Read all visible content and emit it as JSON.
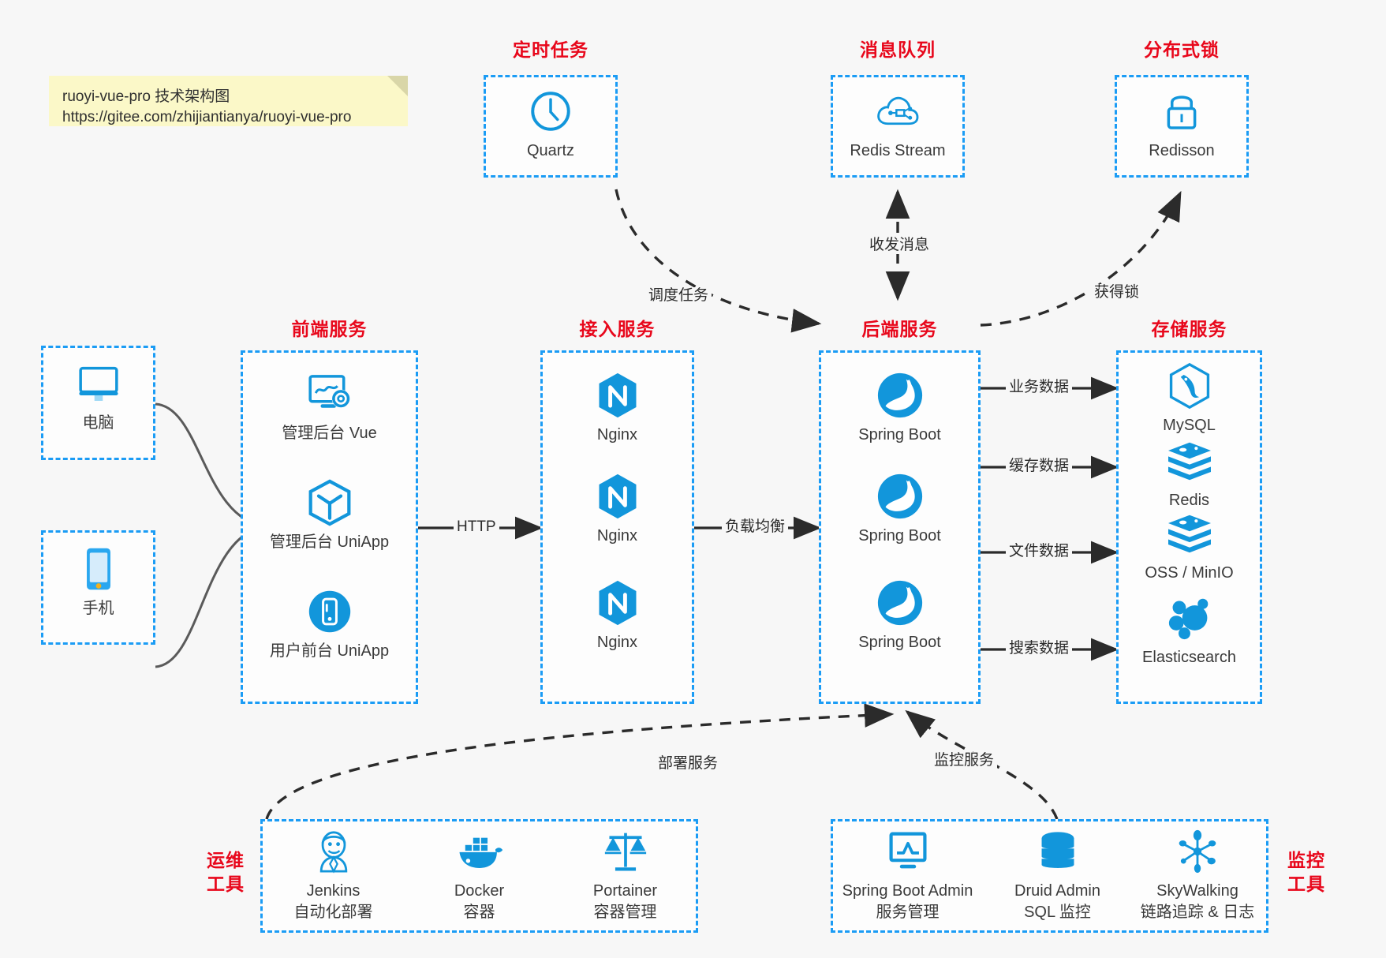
{
  "note": {
    "line1": "ruoyi-vue-pro 技术架构图",
    "line2": "https://gitee.com/zhijiantianya/ruoyi-vue-pro"
  },
  "colors": {
    "box_border": "#1b9cf5",
    "title_red": "#e8071b",
    "icon_blue": "#1296db",
    "background": "#f7f7f7",
    "note_bg": "#fbf8c8",
    "edge": "#2b2b2b"
  },
  "groups": {
    "scheduled": {
      "title": "定时任务",
      "nodes": [
        {
          "label": "Quartz",
          "icon": "clock-icon"
        }
      ]
    },
    "mq": {
      "title": "消息队列",
      "nodes": [
        {
          "label": "Redis Stream",
          "icon": "cloud-node-icon"
        }
      ]
    },
    "lock": {
      "title": "分布式锁",
      "nodes": [
        {
          "label": "Redisson",
          "icon": "lock-icon"
        }
      ]
    },
    "clients": {
      "nodes": [
        {
          "label": "电脑",
          "icon": "desktop-icon"
        },
        {
          "label": "手机",
          "icon": "phone-icon"
        }
      ]
    },
    "frontend": {
      "title": "前端服务",
      "nodes": [
        {
          "label": "管理后台 Vue",
          "icon": "dashboard-gear-icon"
        },
        {
          "label": "管理后台 UniApp",
          "icon": "cube-icon"
        },
        {
          "label": "用户前台 UniApp",
          "icon": "mobile-app-icon"
        }
      ]
    },
    "gateway": {
      "title": "接入服务",
      "nodes": [
        {
          "label": "Nginx",
          "icon": "nginx-icon"
        },
        {
          "label": "Nginx",
          "icon": "nginx-icon"
        },
        {
          "label": "Nginx",
          "icon": "nginx-icon"
        }
      ]
    },
    "backend": {
      "title": "后端服务",
      "nodes": [
        {
          "label": "Spring Boot",
          "icon": "spring-boot-icon"
        },
        {
          "label": "Spring Boot",
          "icon": "spring-boot-icon"
        },
        {
          "label": "Spring Boot",
          "icon": "spring-boot-icon"
        }
      ]
    },
    "storage": {
      "title": "存储服务",
      "nodes": [
        {
          "label": "MySQL",
          "icon": "mysql-icon"
        },
        {
          "label": "Redis",
          "icon": "redis-icon"
        },
        {
          "label": "OSS / MinIO",
          "icon": "oss-minio-icon"
        },
        {
          "label": "Elasticsearch",
          "icon": "elasticsearch-icon"
        }
      ]
    },
    "devops": {
      "title_line1": "运维",
      "title_line2": "工具",
      "nodes": [
        {
          "label": "Jenkins",
          "sub": "自动化部署",
          "icon": "jenkins-icon"
        },
        {
          "label": "Docker",
          "sub": "容器",
          "icon": "docker-icon"
        },
        {
          "label": "Portainer",
          "sub": "容器管理",
          "icon": "scales-icon"
        }
      ]
    },
    "monitor": {
      "title_line1": "监控",
      "title_line2": "工具",
      "nodes": [
        {
          "label": "Spring Boot Admin",
          "sub": "服务管理",
          "icon": "monitor-chart-icon"
        },
        {
          "label": "Druid Admin",
          "sub": "SQL 监控",
          "icon": "database-icon"
        },
        {
          "label": "SkyWalking",
          "sub": "链路追踪 & 日志",
          "icon": "skywalking-icon"
        }
      ]
    }
  },
  "edges": {
    "http": "HTTP",
    "load_balance": "负载均衡",
    "schedule_task": "调度任务",
    "send_receive_message": "收发消息",
    "acquire_lock": "获得锁",
    "business_data": "业务数据",
    "cache_data": "缓存数据",
    "file_data": "文件数据",
    "search_data": "搜索数据",
    "deploy_service": "部署服务",
    "monitor_service": "监控服务"
  }
}
